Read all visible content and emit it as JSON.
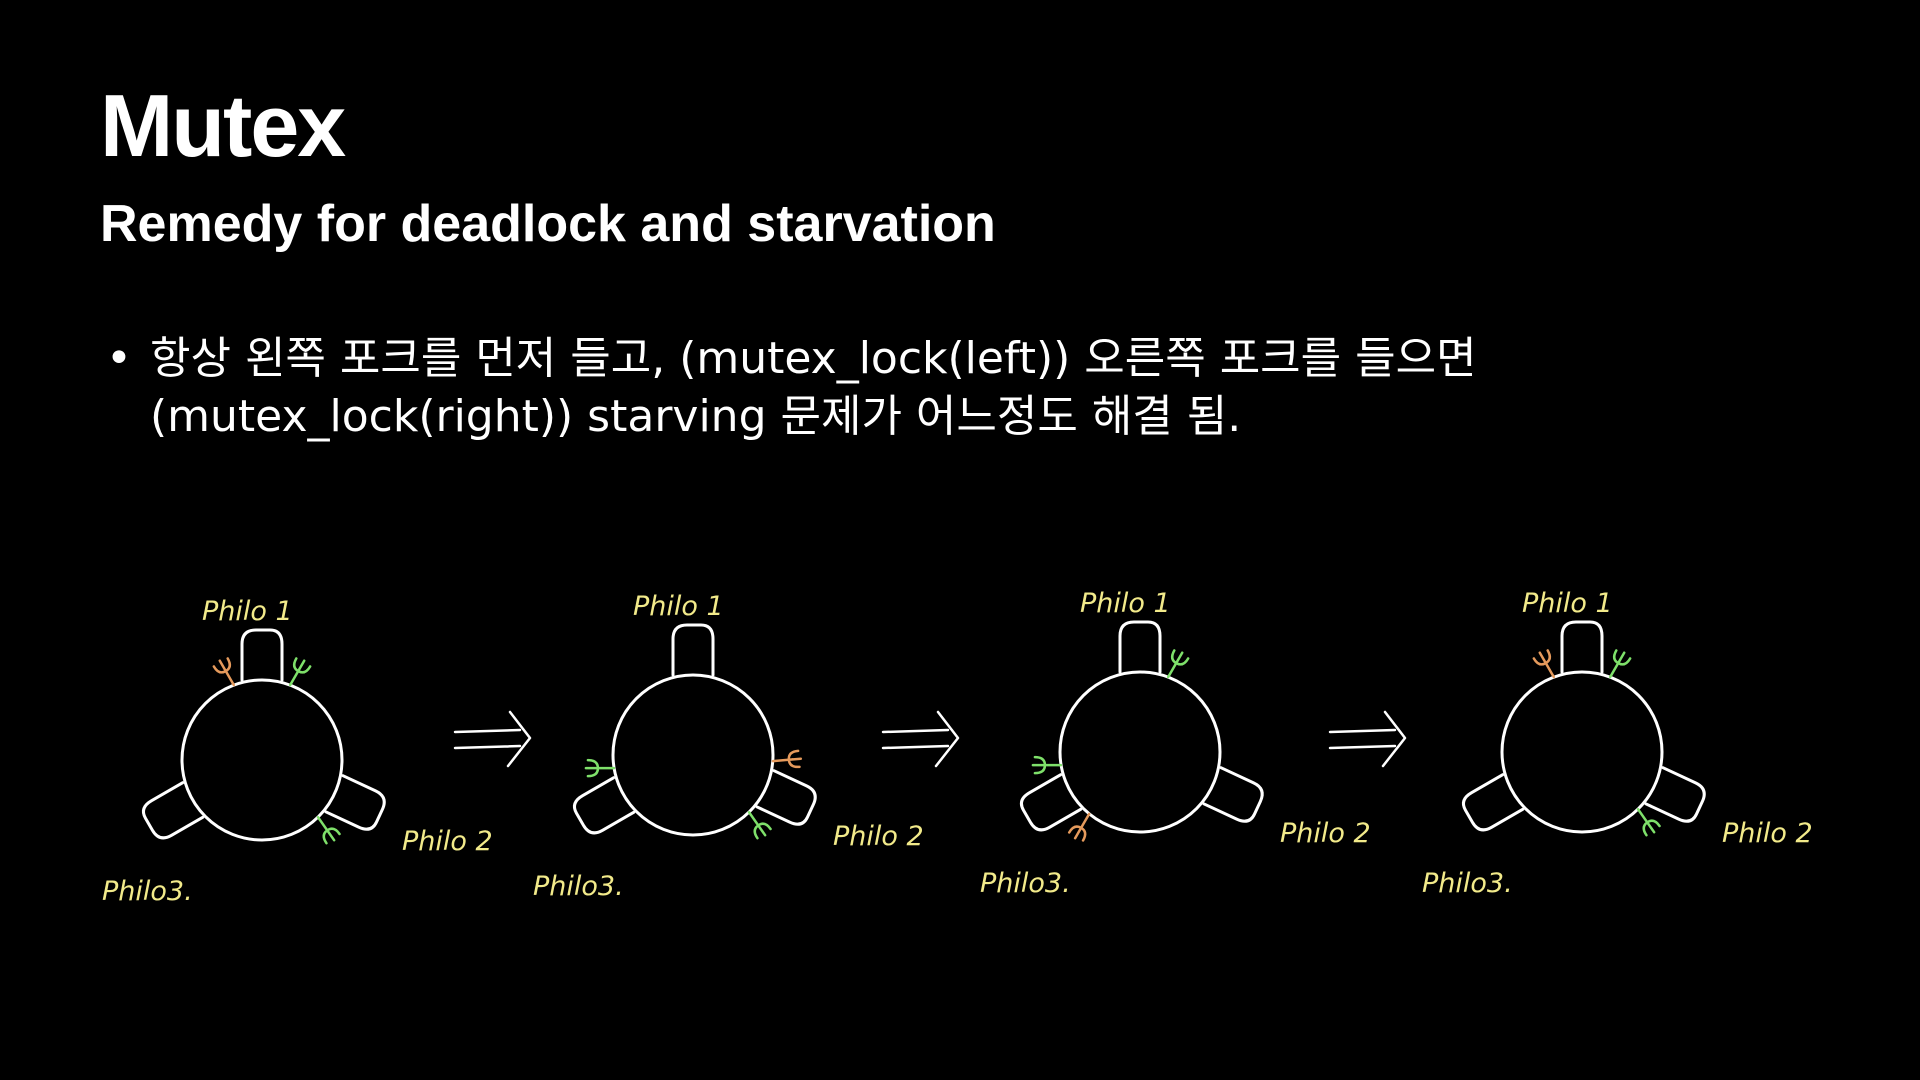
{
  "slide": {
    "title": "Mutex",
    "subtitle": "Remedy for deadlock and starvation",
    "bullet_text": "항상 왼쪽 포크를 먼저 들고, (mutex_lock(left)) 오른쪽 포크를 들으면 (mutex_lock(right)) starving 문제가 어느정도 해결 됨."
  },
  "diagram": {
    "labels": {
      "philo1": "Philo 1",
      "philo2": "Philo 2",
      "philo3": "Philo3."
    },
    "colors": {
      "table": "#ffffff",
      "label": "#f2ea8a",
      "fork_left": "#e59a5c",
      "fork_right": "#7ee06a"
    },
    "stages": [
      {
        "philo1_forks": [
          "left",
          "right"
        ],
        "philo2_forks": [
          "right"
        ],
        "philo3_forks": []
      },
      {
        "philo1_forks": [],
        "philo2_forks": [
          "left",
          "right"
        ],
        "philo3_forks": [
          "right"
        ]
      },
      {
        "philo1_forks": [
          "right"
        ],
        "philo2_forks": [],
        "philo3_forks": [
          "left",
          "right"
        ]
      },
      {
        "philo1_forks": [
          "left",
          "right"
        ],
        "philo2_forks": [
          "right"
        ],
        "philo3_forks": []
      }
    ],
    "transition_icon": "double-arrow-icon"
  }
}
